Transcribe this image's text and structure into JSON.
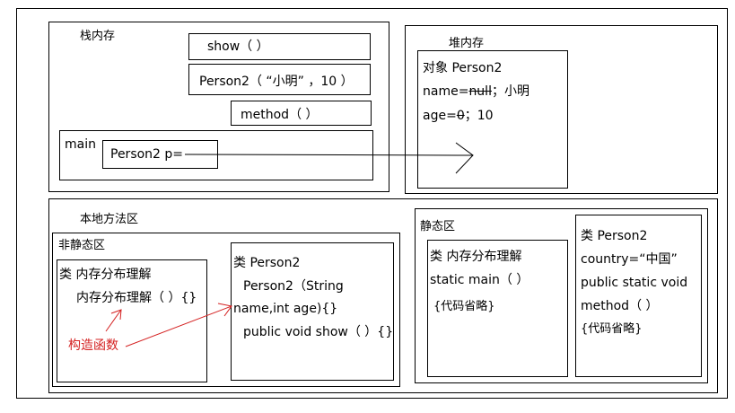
{
  "stack": {
    "title": "栈内存",
    "frame_show": "show（ ）",
    "frame_ctor": "Person2（ “小明” ，10 ）",
    "frame_method": "method（ ）",
    "main_label": "main",
    "main_var": "Person2 p="
  },
  "heap": {
    "title": "堆内存",
    "object_title": "对象 Person2",
    "name_line_prefix": "name=",
    "name_old": "null",
    "name_new": "；小明",
    "age_line_prefix": "age=",
    "age_old": "0",
    "age_new": "；10"
  },
  "method_area": {
    "title": "本地方法区",
    "non_static": {
      "title": "非静态区",
      "class1": {
        "title": "类 内存分布理解",
        "line1": "内存分布理解（ ）{}"
      },
      "class2": {
        "title": "类 Person2",
        "line1": "Person2（String",
        "line2": "name,int age){}",
        "line3": "public void show（ ）{}"
      },
      "annotation": "构造函数"
    },
    "static": {
      "title": "静态区",
      "class1": {
        "title": "类 内存分布理解",
        "line1": "static main（ ）",
        "line2": "{代码省略}"
      },
      "class2": {
        "title": "类 Person2",
        "line1": "country=“中国”",
        "line2": "public static void",
        "line3": "method（ ）",
        "line4": "{代码省略}"
      }
    }
  },
  "colors": {
    "annotation": "#d42020",
    "border": "#000000"
  }
}
